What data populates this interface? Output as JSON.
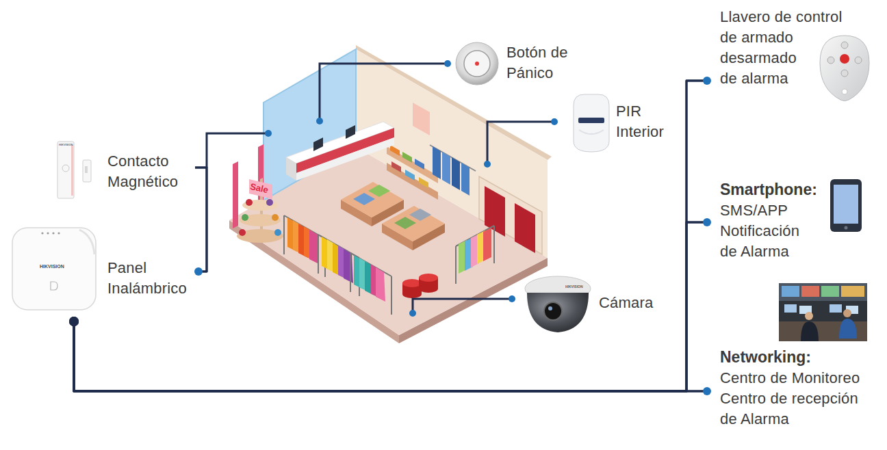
{
  "diagram": {
    "nodes": [
      {
        "text": [
          "Contacto Magnético"
        ]
      },
      {
        "text": [
          "Panel Inalámbrico"
        ]
      },
      {
        "text": [
          "Botón de Pánico"
        ]
      },
      {
        "text": [
          "PIR Interior"
        ]
      },
      {
        "text": [
          "Cámara"
        ]
      },
      {
        "text": [
          "Llavero de control de armado desarmado de alarma"
        ]
      },
      {
        "text": [
          "Smartphone:",
          "SMS/APP Notificación de Alarma"
        ]
      },
      {
        "text": [
          "Networking:",
          "Centro de Monitoreo Centro de recepción de Alarma"
        ]
      }
    ],
    "edges": [
      {
        "from": 0,
        "to": 1,
        "arrow": "none"
      },
      {
        "from": 1,
        "to": 5,
        "arrow": "none"
      },
      {
        "from": 1,
        "to": 6,
        "arrow": "none"
      },
      {
        "from": 1,
        "to": 7,
        "arrow": "none"
      }
    ],
    "labels": [
      "Sale",
      "HIKVISION",
      "HIKVISION",
      "HIKVISION"
    ]
  }
}
